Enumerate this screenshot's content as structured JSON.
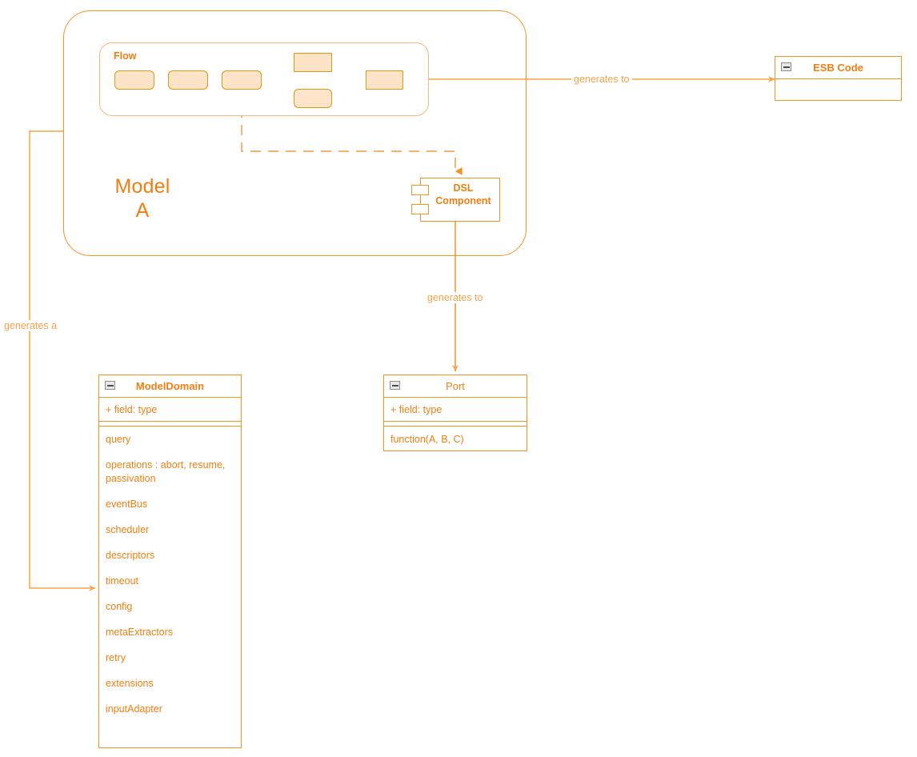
{
  "diagram": {
    "title": "Model A architecture diagram",
    "colors": {
      "accent": "#F39422",
      "accent_text": "#F07F11",
      "edge": "#F9A34A",
      "flow_box_fill": "#FDE3C8",
      "flow_box_border": "#D69A13",
      "flow_container_border": "#F6B77A",
      "icon_fill": "#E8E8E8",
      "icon_border": "#8D8D8D",
      "background": "#FFFFFF"
    }
  },
  "model_container": {
    "title": "Model\nA",
    "title_line1": "Model",
    "title_line2": "A"
  },
  "flow": {
    "label": "Flow",
    "steps": [
      {
        "id": "step-1",
        "label": ""
      },
      {
        "id": "step-2",
        "label": ""
      },
      {
        "id": "step-3",
        "label": ""
      },
      {
        "id": "branch-upper",
        "label": ""
      },
      {
        "id": "branch-lower",
        "label": ""
      },
      {
        "id": "step-final",
        "label": ""
      }
    ]
  },
  "component": {
    "name": "DSL Component",
    "name_line1": "DSL",
    "name_line2": "Component",
    "ports": [
      "provided-port-upper",
      "provided-port-lower"
    ]
  },
  "classes": {
    "esb_code": {
      "name": "ESB Code",
      "icon": "uml-collapse-icon",
      "attributes": [],
      "operations": []
    },
    "model_domain": {
      "name": "ModelDomain",
      "icon": "uml-collapse-icon",
      "attributes": [
        "+ field: type"
      ],
      "operations": [
        "query",
        "operations : abort, resume, passivation",
        "eventBus",
        "scheduler",
        "descriptors",
        "timeout",
        "config",
        "metaExtractors",
        "retry",
        "extensions",
        "inputAdapter"
      ]
    },
    "port": {
      "name": "Port",
      "icon": "uml-collapse-icon",
      "attributes": [
        "+ field: type"
      ],
      "operations": [
        "function(A, B, C)"
      ]
    }
  },
  "edges": [
    {
      "id": "edge-flow-to-esb",
      "label": "generates to",
      "from": "flow",
      "to": "esb_code",
      "style": "solid"
    },
    {
      "id": "edge-component-to-port",
      "label": "generates to",
      "from": "dsl_component",
      "to": "port",
      "style": "solid"
    },
    {
      "id": "edge-model-to-domain",
      "label": "generates a",
      "from": "model_container",
      "to": "model_domain",
      "style": "solid"
    },
    {
      "id": "edge-flow-to-component",
      "label": "",
      "from": "flow",
      "to": "dsl_component",
      "style": "dashed"
    }
  ]
}
